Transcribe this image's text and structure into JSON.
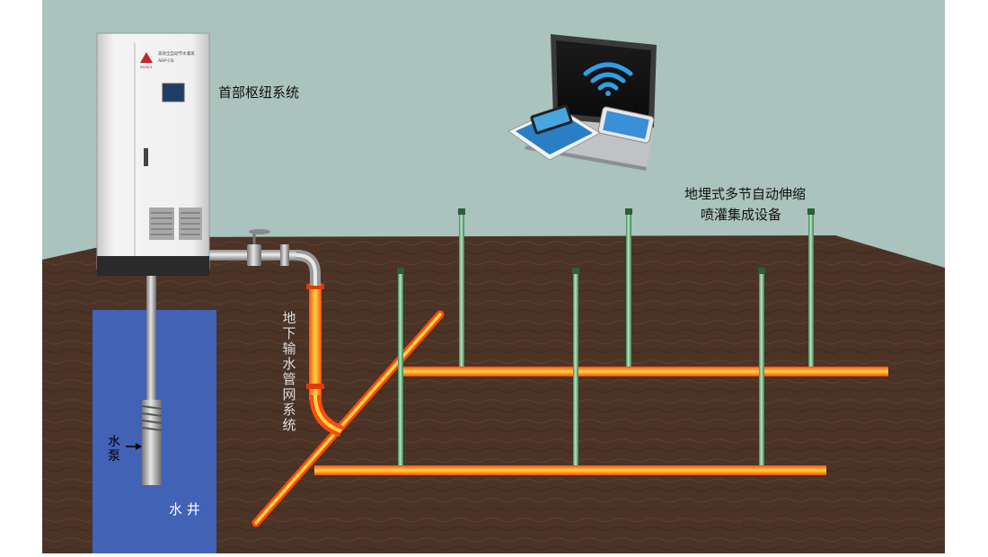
{
  "labels": {
    "control_station": "首部枢纽系统",
    "sprinkler_line1": "地埋式多节自动伸缩",
    "sprinkler_line2": "喷灌集成设备",
    "pipe_network": "地下输水管网系统",
    "pump": "水泵",
    "well": "水  井"
  },
  "cabinet": {
    "brand": "RAYNOL",
    "title": "高效全自动节水灌溉",
    "model": "ARP-CIS"
  },
  "colors": {
    "sky": "#aac3bc",
    "soil": "#4b3326",
    "well": "#4262b6",
    "pipe_orange": "#ff5010",
    "pipe_yellow": "#ffcc22",
    "riser": "#7cc291"
  },
  "icons": [
    "wifi-icon",
    "laptop-icon",
    "tablet-icon",
    "smartphone-icon",
    "cabinet-logo-icon",
    "arrow-right-icon",
    "valve-icon"
  ]
}
